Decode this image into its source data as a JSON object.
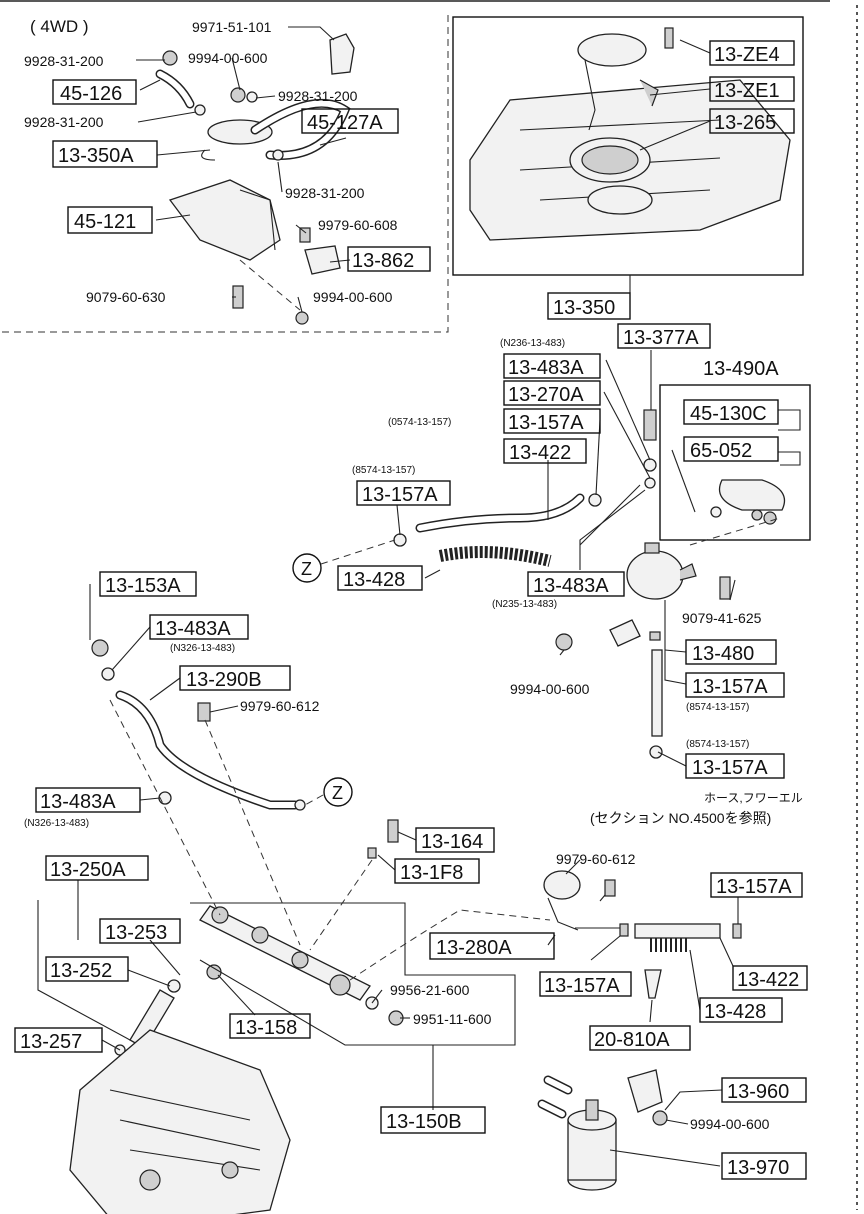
{
  "variant_label": "( 4WD )",
  "callouts_boxed": {
    "c45_126": "45-126",
    "c13_350a": "13-350A",
    "c45_127a": "45-127A",
    "c45_121": "45-121",
    "c13_862": "13-862",
    "c13_ze4": "13-ZE4",
    "c13_ze1": "13-ZE1",
    "c13_265": "13-265",
    "c13_350": "13-350",
    "c13_377a": "13-377A",
    "c13_483a_1": "13-483A",
    "c13_490a": "13-490A",
    "c13_270a": "13-270A",
    "c13_157a_1": "13-157A",
    "c45_130c": "45-130C",
    "c13_422_1": "13-422",
    "c65_052": "65-052",
    "c13_157a_2": "13-157A",
    "c13_428_1": "13-428",
    "c13_483a_2": "13-483A",
    "c13_153a": "13-153A",
    "c13_483a_3": "13-483A",
    "c13_480": "13-480",
    "c13_290b": "13-290B",
    "c13_157a_3": "13-157A",
    "c13_157a_4": "13-157A",
    "c13_483a_4": "13-483A",
    "c13_164": "13-164",
    "c13_1f8": "13-1F8",
    "c13_250a": "13-250A",
    "c13_157a_5": "13-157A",
    "c13_253": "13-253",
    "c13_280a": "13-280A",
    "c13_252": "13-252",
    "c13_422_2": "13-422",
    "c13_157a_6": "13-157A",
    "c13_428_2": "13-428",
    "c13_158": "13-158",
    "c13_257": "13-257",
    "c20_810a": "20-810A",
    "c13_960": "13-960",
    "c13_150b": "13-150B",
    "c13_970": "13-970"
  },
  "callouts_plain": {
    "p9971_51_101": "9971-51-101",
    "p9928_31_200_a": "9928-31-200",
    "p9994_00_600_a": "9994-00-600",
    "p9928_31_200_b": "9928-31-200",
    "p9928_31_200_c": "9928-31-200",
    "p9928_31_200_d": "9928-31-200",
    "p9979_60_608": "9979-60-608",
    "p9079_60_630": "9079-60-630",
    "p9994_00_600_b": "9994-00-600",
    "p9079_41_625": "9079-41-625",
    "p9994_00_600_c": "9994-00-600",
    "p9979_60_612_a": "9979-60-612",
    "p9979_60_612_b": "9979-60-612",
    "p9956_21_600": "9956-21-600",
    "p9951_11_600": "9951-11-600",
    "p9994_00_600_d": "9994-00-600"
  },
  "sub_notes": {
    "n1": "(N236-13-483)",
    "n2": "(0574-13-157)",
    "n3": "(8574-13-157)",
    "n4": "(N235-13-483)",
    "n5": "(N326-13-483)",
    "n6": "(8574-13-157)",
    "n7": "(8574-13-157)",
    "n8": "(N326-13-483)"
  },
  "connector_letter": "Z",
  "hose_note_line1": "ホース,フワーエル",
  "hose_note_line2": "(セクション NO.4500を参照)"
}
